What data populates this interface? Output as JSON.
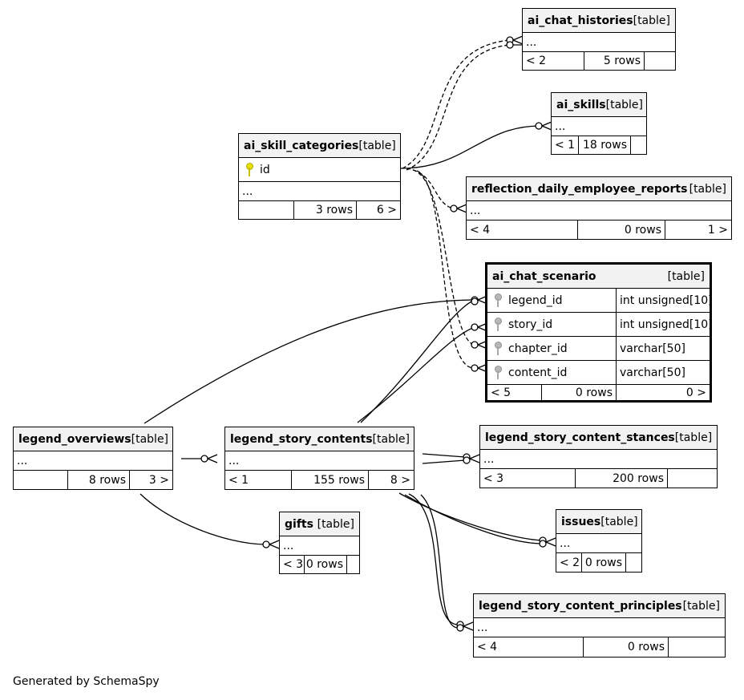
{
  "tables": {
    "ai_chat_histories": {
      "name": "ai_chat_histories",
      "type": "[table]",
      "body": "...",
      "parents": "< 2",
      "rows": "5 rows",
      "children": ""
    },
    "ai_skills": {
      "name": "ai_skills",
      "type": "[table]",
      "body": "...",
      "parents": "< 1",
      "rows": "18 rows",
      "children": ""
    },
    "ai_skill_categories": {
      "name": "ai_skill_categories",
      "type": "[table]",
      "col_id": "id",
      "body": "...",
      "parents": "",
      "rows": "3 rows",
      "children": "6 >"
    },
    "reflection_daily_employee_reports": {
      "name": "reflection_daily_employee_reports",
      "type": "[table]",
      "body": "...",
      "parents": "< 4",
      "rows": "0 rows",
      "children": "1 >"
    },
    "ai_chat_scenario": {
      "name": "ai_chat_scenario",
      "type": "[table]",
      "columns": [
        {
          "name": "legend_id",
          "type": "int unsigned[10]"
        },
        {
          "name": "story_id",
          "type": "int unsigned[10]"
        },
        {
          "name": "chapter_id",
          "type": "varchar[50]"
        },
        {
          "name": "content_id",
          "type": "varchar[50]"
        }
      ],
      "parents": "< 5",
      "rows": "0 rows",
      "children": "0 >"
    },
    "legend_overviews": {
      "name": "legend_overviews",
      "type": "[table]",
      "body": "...",
      "parents": "",
      "rows": "8 rows",
      "children": "3 >"
    },
    "legend_story_contents": {
      "name": "legend_story_contents",
      "type": "[table]",
      "body": "...",
      "parents": "< 1",
      "rows": "155 rows",
      "children": "8 >"
    },
    "legend_story_content_stances": {
      "name": "legend_story_content_stances",
      "type": "[table]",
      "body": "...",
      "parents": "< 3",
      "rows": "200 rows",
      "children": ""
    },
    "gifts": {
      "name": "gifts",
      "type": "[table]",
      "body": "...",
      "parents": "< 3",
      "rows": "0 rows",
      "children": ""
    },
    "issues": {
      "name": "issues",
      "type": "[table]",
      "body": "...",
      "parents": "< 2",
      "rows": "0 rows",
      "children": ""
    },
    "legend_story_content_principles": {
      "name": "legend_story_content_principles",
      "type": "[table]",
      "body": "...",
      "parents": "< 4",
      "rows": "0 rows",
      "children": ""
    }
  },
  "footer": "Generated by SchemaSpy"
}
